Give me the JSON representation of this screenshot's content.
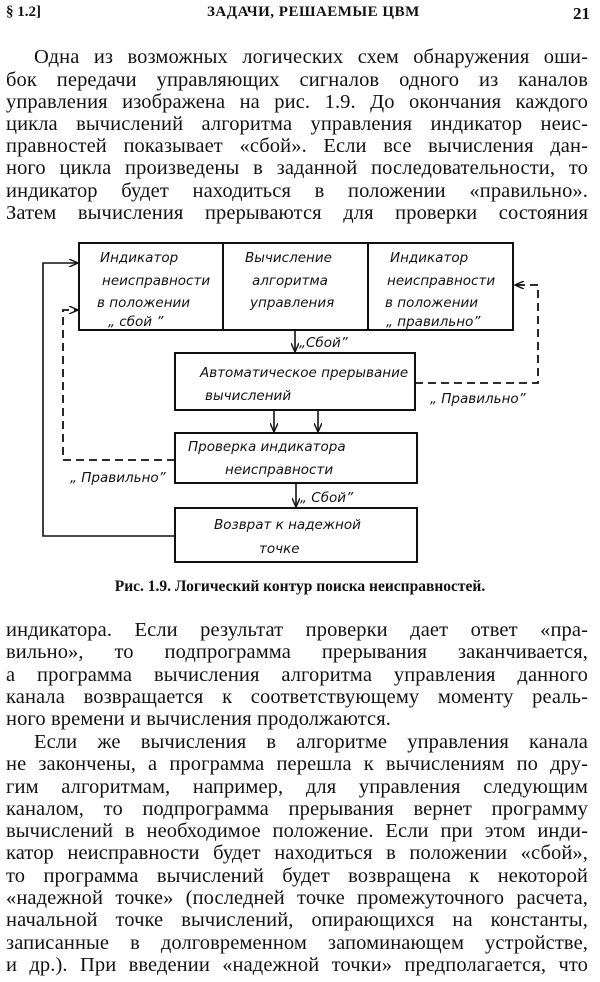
{
  "header": {
    "section": "§ 1.2]",
    "title": "ЗАДАЧИ, РЕШАЕМЫЕ ЦВМ",
    "page_number": "21"
  },
  "top_paragraph": [
    "Одна из возможных логических схем обнаружения оши-",
    "бок передачи управляющих сигналов одного из каналов",
    "управления изображена на рис. 1.9. До окончания каждого",
    "цикла вычислений алгоритма управления индикатор неис-",
    "правностей показывает «сбой». Если все вычисления дан-",
    "ного цикла произведены в заданной последовательности, то",
    "индикатор будет находиться в положении «правильно».",
    "Затем вычисления прерываются для проверки состояния"
  ],
  "figure": {
    "box_indicator_fail": [
      "Индикатор",
      "неисправности",
      "в положении",
      "„ сбой ”"
    ],
    "box_compute": [
      "Вычисление",
      "алгоритма",
      "управления"
    ],
    "box_indicator_ok": [
      "Индикатор",
      "неисправности",
      "в положении",
      "„ правильно”"
    ],
    "box_interrupt": [
      "Автоматическое прерывание",
      "вычислений"
    ],
    "box_check": [
      "Проверка индикатора",
      "неисправности"
    ],
    "box_return": [
      "Возврат к надежной",
      "точке"
    ],
    "label_fail_1": "„Сбой”",
    "label_ok_right": "„ Правильно”",
    "label_ok_left": "„ Правильно”",
    "label_fail_2": "„ Сбой”",
    "caption": "Рис. 1.9. Логический контур поиска неисправностей."
  },
  "bottom_text": [
    "индикатора. Если результат проверки дает ответ «пра-",
    "вильно», то подпрограмма прерывания заканчивается,",
    "а программа вычисления алгоритма управления данного",
    "канала возвращается к соответствующему моменту реаль-",
    "ного времени и вычисления продолжаются.",
    "Если же вычисления в алгоритме управления канала",
    "не закончены, а программа перешла к вычислениям по дру-",
    "гим алгоритмам, например, для управления следующим",
    "каналом, то подпрограмма прерывания вернет программу",
    "вычислений в необходимое положение. Если при этом инди-",
    "катор неисправности будет находиться в положении «сбой»,",
    "то программа вычислений будет возвращена к некоторой",
    "«надежной точке» (последней точке промежуточного расчета,",
    "начальной точке вычислений, опирающихся на константы,",
    "записанные в долговременном запоминающем устройстве,",
    "и др.). При введении «надежной точки» предполагается, что"
  ]
}
